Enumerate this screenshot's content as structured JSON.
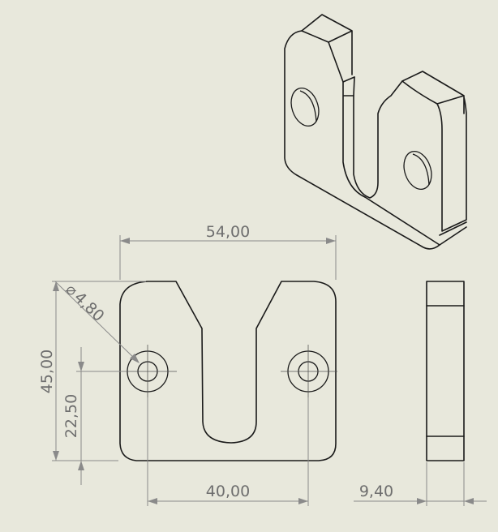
{
  "dimensions": {
    "overall_width": "54,00",
    "overall_height": "45,00",
    "hole_diameter": "4,80",
    "hole_height": "22,50",
    "hole_spacing": "40,00",
    "thickness": "9,40"
  },
  "symbols": {
    "diameter": "⌀"
  },
  "colors": {
    "background": "#e8e8dc",
    "outline": "#1a1a1a",
    "dimension": "#8a8a8a"
  }
}
